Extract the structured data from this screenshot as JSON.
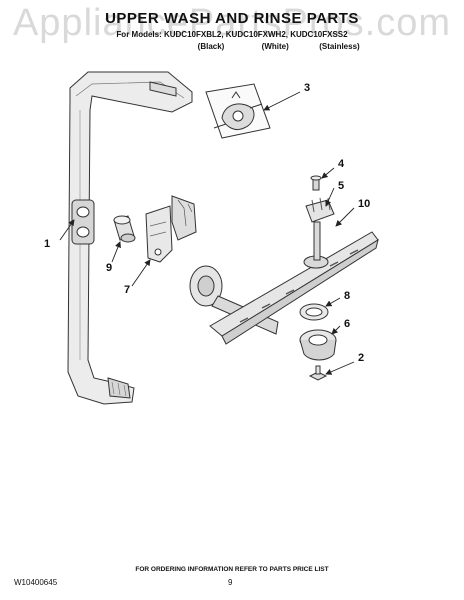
{
  "header": {
    "title": "UPPER WASH AND RINSE PARTS",
    "models": "For Models: KUDC10FXBL2, KUDC10FXWH2, KUDC10FXSS2",
    "finishes": [
      "(Black)",
      "(White)",
      "(Stainless)"
    ]
  },
  "watermark": "AppliancePartsPros.com",
  "callouts": {
    "c1": "1",
    "c2": "2",
    "c3": "3",
    "c4": "4",
    "c5": "5",
    "c6": "6",
    "c7": "7",
    "c8": "8",
    "c9": "9",
    "c10": "10"
  },
  "footer": {
    "note": "FOR ORDERING INFORMATION REFER TO PARTS PRICE LIST",
    "doc_number": "W10400645",
    "page": "9"
  },
  "colors": {
    "line": "#333333",
    "part_fill": "#e9e9e9",
    "part_shade": "#cfcfcf"
  }
}
